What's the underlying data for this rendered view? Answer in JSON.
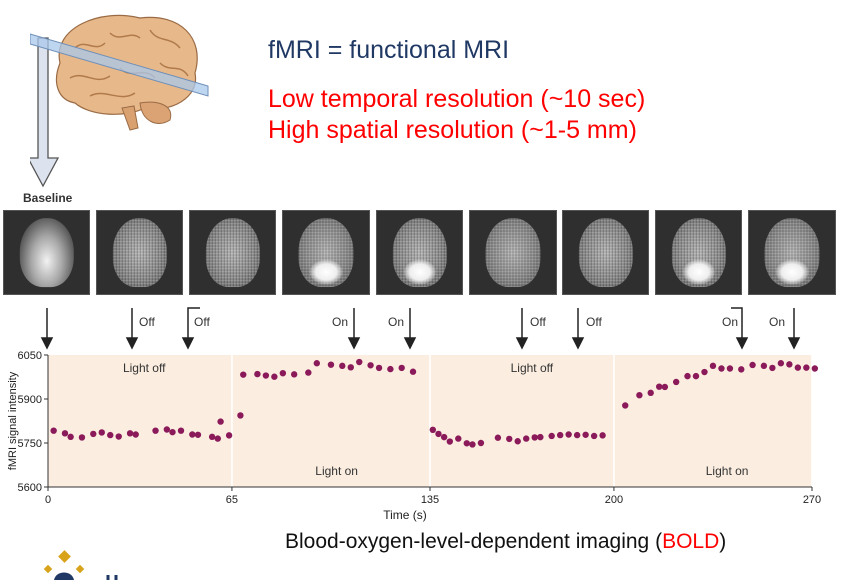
{
  "heading": {
    "title": "fMRI = functional MRI",
    "line1": "Low temporal resolution (~10 sec)",
    "line2": "High spatial resolution (~1-5 mm)"
  },
  "baseline_label": "Baseline",
  "markers": [
    {
      "label": "Off"
    },
    {
      "label": "Off"
    },
    {
      "label": "On"
    },
    {
      "label": "On"
    },
    {
      "label": "Off"
    },
    {
      "label": "Off"
    },
    {
      "label": "On"
    },
    {
      "label": "On"
    }
  ],
  "footer": {
    "prefix": "Blood-oxygen-level-dependent imaging (",
    "highlight": "BOLD",
    "suffix": ")"
  },
  "colors": {
    "title": "#1f3864",
    "red": "#ff0000",
    "plot_bg": "#fbeee0",
    "point": "#8b1a5a"
  },
  "chart_data": {
    "type": "scatter",
    "xlabel": "Time (s)",
    "ylabel": "fMRI signal intensity",
    "xlim": [
      0,
      270
    ],
    "ylim": [
      5600,
      6050
    ],
    "xticks": [
      "0",
      "65",
      "135",
      "200",
      "270"
    ],
    "yticks": [
      "5600",
      "5750",
      "5900",
      "6050"
    ],
    "grid": false,
    "period_labels": [
      "Light off",
      "Light on",
      "Light off",
      "Light on"
    ],
    "series": [
      {
        "values": [
          [
            2,
            5792
          ],
          [
            6,
            5783
          ],
          [
            8,
            5771
          ],
          [
            12,
            5769
          ],
          [
            16,
            5781
          ],
          [
            19,
            5786
          ],
          [
            22,
            5777
          ],
          [
            25,
            5772
          ],
          [
            29,
            5783
          ],
          [
            31,
            5779
          ],
          [
            38,
            5792
          ],
          [
            42,
            5796
          ],
          [
            44,
            5787
          ],
          [
            47,
            5792
          ],
          [
            51,
            5779
          ],
          [
            53,
            5778
          ],
          [
            58,
            5771
          ],
          [
            60,
            5765
          ],
          [
            61,
            5823
          ],
          [
            64,
            5776
          ],
          [
            68,
            5844
          ],
          [
            69,
            5983
          ],
          [
            74,
            5985
          ],
          [
            77,
            5980
          ],
          [
            80,
            5976
          ],
          [
            83,
            5988
          ],
          [
            87,
            5984
          ],
          [
            92,
            5990
          ],
          [
            95,
            6022
          ],
          [
            100,
            6017
          ],
          [
            104,
            6013
          ],
          [
            107,
            6008
          ],
          [
            110,
            6026
          ],
          [
            114,
            6015
          ],
          [
            117,
            6006
          ],
          [
            121,
            6002
          ],
          [
            125,
            6006
          ],
          [
            129,
            5993
          ],
          [
            136,
            5795
          ],
          [
            138,
            5781
          ],
          [
            140,
            5770
          ],
          [
            142,
            5755
          ],
          [
            145,
            5765
          ],
          [
            148,
            5749
          ],
          [
            150,
            5745
          ],
          [
            153,
            5750
          ],
          [
            159,
            5768
          ],
          [
            163,
            5764
          ],
          [
            166,
            5756
          ],
          [
            169,
            5765
          ],
          [
            172,
            5769
          ],
          [
            174,
            5770
          ],
          [
            178,
            5774
          ],
          [
            181,
            5777
          ],
          [
            184,
            5779
          ],
          [
            187,
            5777
          ],
          [
            190,
            5778
          ],
          [
            193,
            5774
          ],
          [
            196,
            5776
          ],
          [
            204,
            5878
          ],
          [
            209,
            5913
          ],
          [
            213,
            5921
          ],
          [
            216,
            5942
          ],
          [
            218,
            5941
          ],
          [
            222,
            5958
          ],
          [
            226,
            5978
          ],
          [
            229,
            5978
          ],
          [
            232,
            5992
          ],
          [
            235,
            6013
          ],
          [
            238,
            6004
          ],
          [
            241,
            6004
          ],
          [
            245,
            6001
          ],
          [
            249,
            6016
          ],
          [
            253,
            6013
          ],
          [
            256,
            6006
          ],
          [
            259,
            6022
          ],
          [
            262,
            6018
          ],
          [
            265,
            6007
          ],
          [
            268,
            6007
          ],
          [
            271,
            6004
          ]
        ]
      }
    ]
  }
}
